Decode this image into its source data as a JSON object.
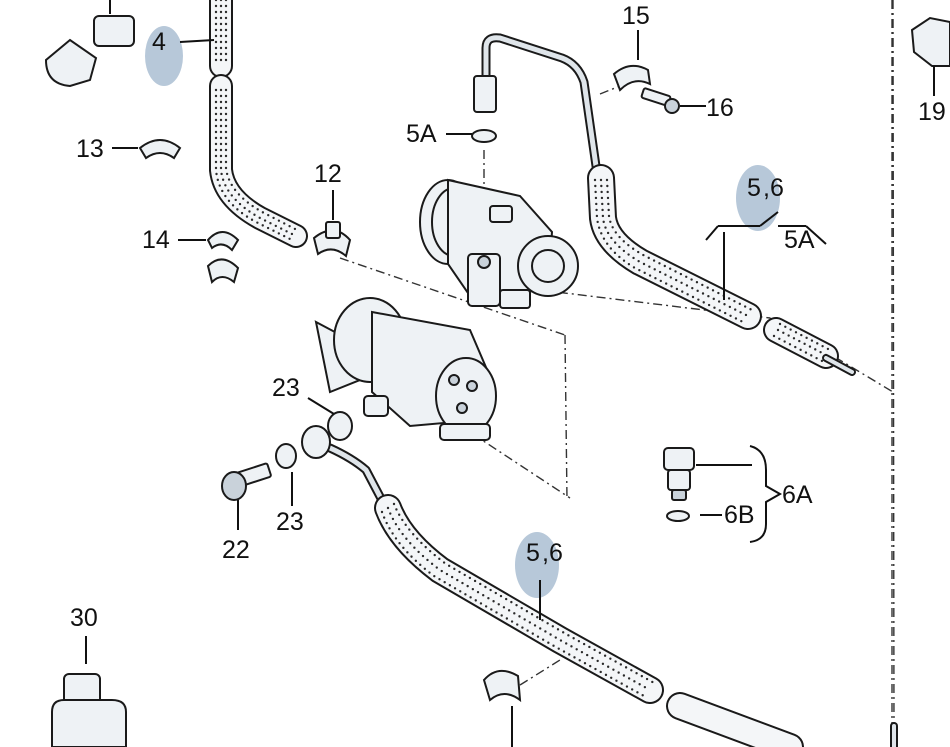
{
  "labels": {
    "l4": "4",
    "l5a_top": "5A",
    "l5a_right": "5A",
    "l6a": "6A",
    "l6b": "6B",
    "l12": "12",
    "l13": "13",
    "l14": "14",
    "l15": "15",
    "l16": "16",
    "l19": "19",
    "l22": "22",
    "l23_top": "23",
    "l23_bottom": "23",
    "l30": "30",
    "l56_top_a": "5",
    "l56_top_b": ",6",
    "l56_bottom_a": "5",
    "l56_bottom_b": ",6"
  },
  "colors": {
    "highlight": "#9fb6cc",
    "line": "#1a1a1a",
    "part_fill": "#eef2f5"
  }
}
